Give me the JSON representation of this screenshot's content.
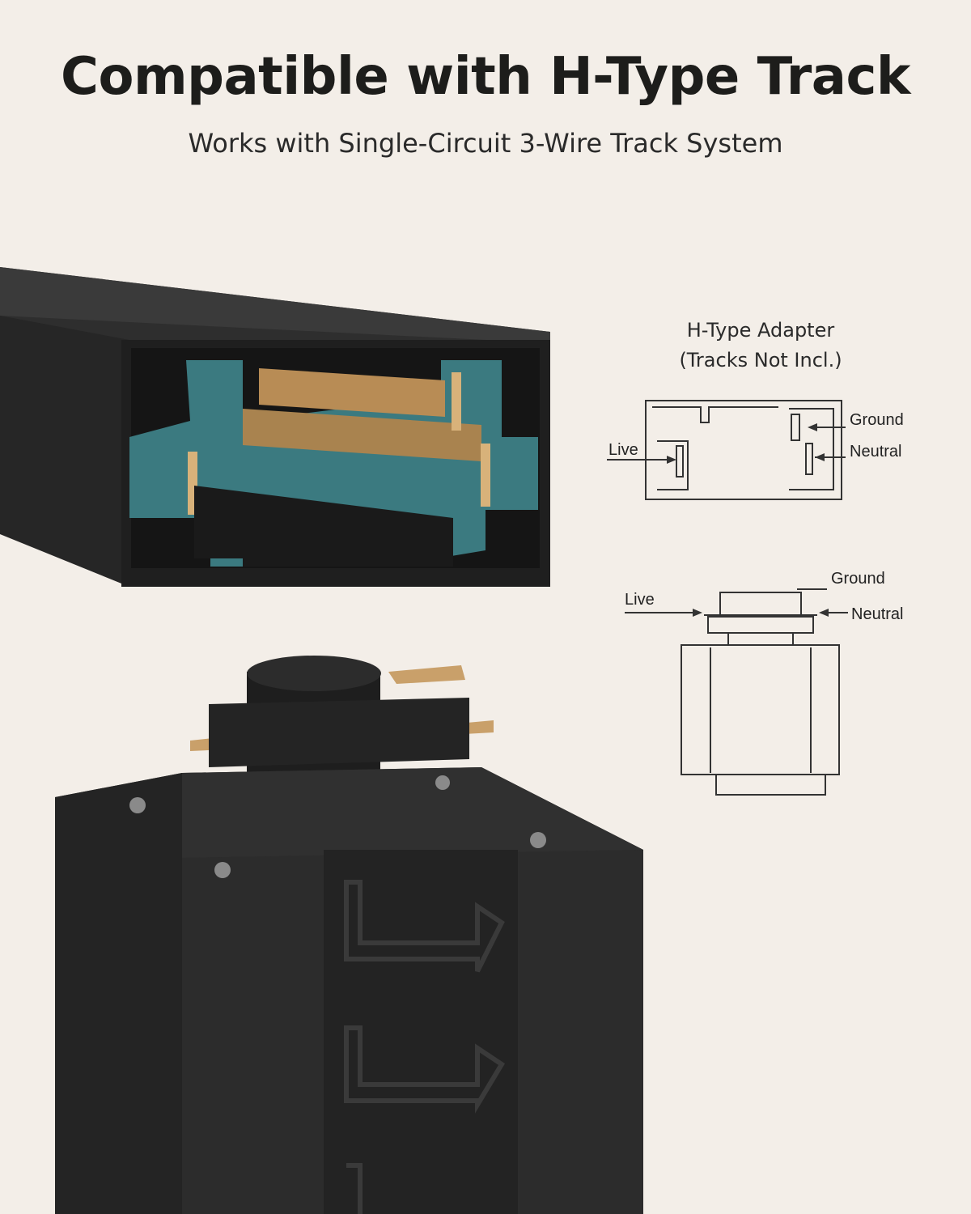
{
  "header": {
    "title": "Compatible with H-Type Track",
    "subtitle": "Works with Single-Circuit 3-Wire Track System"
  },
  "diagram": {
    "title_line1": "H-Type Adapter",
    "title_line2": "(Tracks Not Incl.)",
    "track_labels": {
      "ground": "Ground",
      "live": "Live",
      "neutral": "Neutral"
    },
    "adapter_labels": {
      "ground": "Ground",
      "live": "Live",
      "neutral": "Neutral"
    }
  },
  "colors": {
    "background": "#f3eee8",
    "track_body": "#2b2b2b",
    "insulator": "#3d7b80",
    "conductor": "#c8a068"
  }
}
